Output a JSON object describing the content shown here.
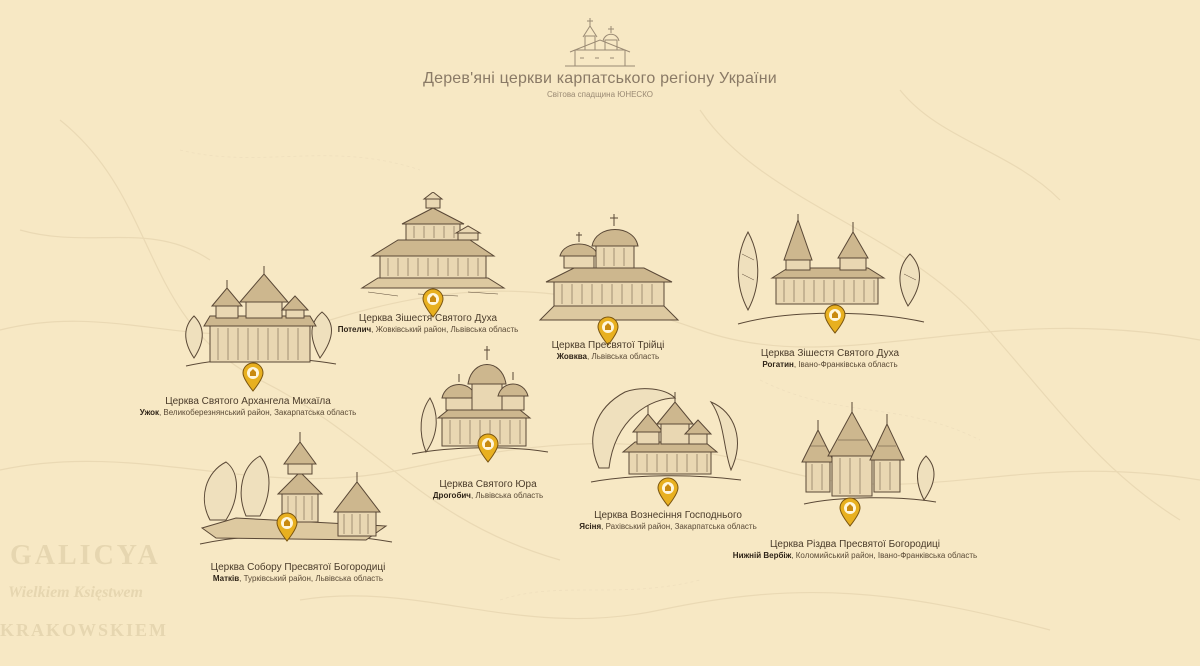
{
  "header": {
    "title": "Дерев'яні церкви карпатського регіону України",
    "subtitle": "Світова спадщина ЮНЕСКО"
  },
  "background": {
    "words": [
      "GALICYA",
      "Wielkiem Księstwem",
      "KRAKOWSKIEM"
    ]
  },
  "colors": {
    "background": "#f7e8c4",
    "marker_fill": "#e8b020",
    "marker_stroke": "#7a5510",
    "ink": "#5a4836"
  },
  "churches": [
    {
      "id": "potelych",
      "name": "Церква Зішестя Святого Духа",
      "town": "Потелич",
      "region": ", Жовківський район, Львівська область"
    },
    {
      "id": "zhovkva",
      "name": "Церква Пресвятої Трійці",
      "town": "Жовква",
      "region": ", Львівська область"
    },
    {
      "id": "rohatyn",
      "name": "Церква Зішестя Святого Духа",
      "town": "Рогатин",
      "region": ", Івано-Франківська область"
    },
    {
      "id": "uzhok",
      "name": "Церква Святого Архангела Михаїла",
      "town": "Ужок",
      "region": ", Великоберезнянський район, Закарпатська область"
    },
    {
      "id": "drohobych",
      "name": "Церква Святого Юра",
      "town": "Дрогобич",
      "region": ", Львівська область"
    },
    {
      "id": "yasinia",
      "name": "Церква Вознесіння Господнього",
      "town": "Ясіня",
      "region": ", Рахівський район, Закарпатська область"
    },
    {
      "id": "matkiv",
      "name": "Церква Собору Пресвятої Богородиці",
      "town": "Матків",
      "region": ", Турківський район, Львівська область"
    },
    {
      "id": "verbizh",
      "name": "Церква Різдва Пресвятої Богородиці",
      "town": "Нижній Вербіж",
      "region": ", Коломийський район, Івано-Франківська область"
    }
  ]
}
